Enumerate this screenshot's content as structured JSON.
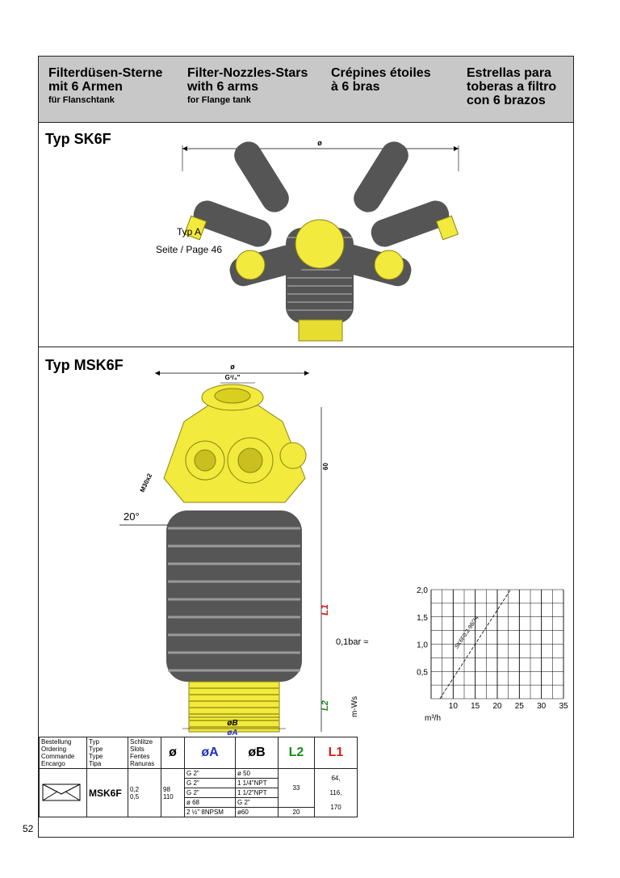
{
  "header": {
    "de": {
      "title1": "Filterdüsen-Sterne",
      "title2": "mit 6 Armen",
      "sub": "für Flanschtank"
    },
    "en": {
      "title1": "Filter-Nozzles-Stars",
      "title2": "with 6 arms",
      "sub": "for Flange tank"
    },
    "fr": {
      "title1": "Crépines étoiles",
      "title2": "à 6 bras"
    },
    "es": {
      "title1": "Estrellas para",
      "title2": "toberas a filtro",
      "title3": "con 6 brazos"
    }
  },
  "section1": {
    "title": "Typ SK6F",
    "dim_label": "ø",
    "ref1": "Typ A",
    "ref2": "Seite / Page 46"
  },
  "section2": {
    "title": "Typ MSK6F",
    "dims": {
      "top_dia": "ø",
      "thread_top": "G³/₄\"",
      "m30": "M30x2",
      "h60": "60",
      "angle": "20°",
      "L1": "L1",
      "L2": "L2",
      "oB": "øB",
      "oA": "øA"
    },
    "colors": {
      "yellow": "#f2ea3c",
      "gray": "#5b5b5b",
      "L1": "#d22020",
      "L2": "#1a8a1a",
      "oA": "#2030c0"
    }
  },
  "chart_data": {
    "type": "line",
    "x_ticks": [
      "10",
      "15",
      "20",
      "25",
      "30",
      "35"
    ],
    "y_ticks": [
      "0,5",
      "1,0",
      "1,5",
      "2,0"
    ],
    "xlabel": "m³/h",
    "ylabel": "m-Ws",
    "y_annotation": "0,1bar ≈",
    "series": [
      {
        "name": "SK6F0,2-98/74",
        "x": [
          7,
          23
        ],
        "y": [
          0.0,
          2.0
        ]
      }
    ],
    "xlim": [
      5,
      35
    ],
    "ylim": [
      0,
      2.0
    ]
  },
  "table": {
    "h_order": [
      "Bestellung",
      "Ordering",
      "Commande",
      "Encargo"
    ],
    "h_type": [
      "Typ",
      "Type",
      "Type",
      "Tipa"
    ],
    "h_slots": [
      "Schlitze",
      "Slots",
      "Fentes",
      "Ranuras"
    ],
    "h_dia": "ø",
    "h_oA": "øA",
    "h_oB": "øB",
    "h_L2": "L2",
    "h_L1": "L1",
    "type_name": "MSK6F",
    "slots": [
      "0,2",
      "0,5"
    ],
    "dia": [
      "98",
      "110"
    ],
    "rows": [
      {
        "A": "G 2\"",
        "B": "ø 50"
      },
      {
        "A": "G 2\"",
        "B": "1 1/4\"NPT"
      },
      {
        "A": "G 2\"",
        "B": "1 1/2\"NPT"
      },
      {
        "A": "ø 68",
        "B": "G 2\""
      },
      {
        "A": "2 ½\" 8NPSM",
        "B": "ø60"
      }
    ],
    "L2": [
      "33",
      "20"
    ],
    "L1": [
      "64,",
      "116,",
      "170"
    ]
  },
  "page": {
    "number": "52"
  }
}
